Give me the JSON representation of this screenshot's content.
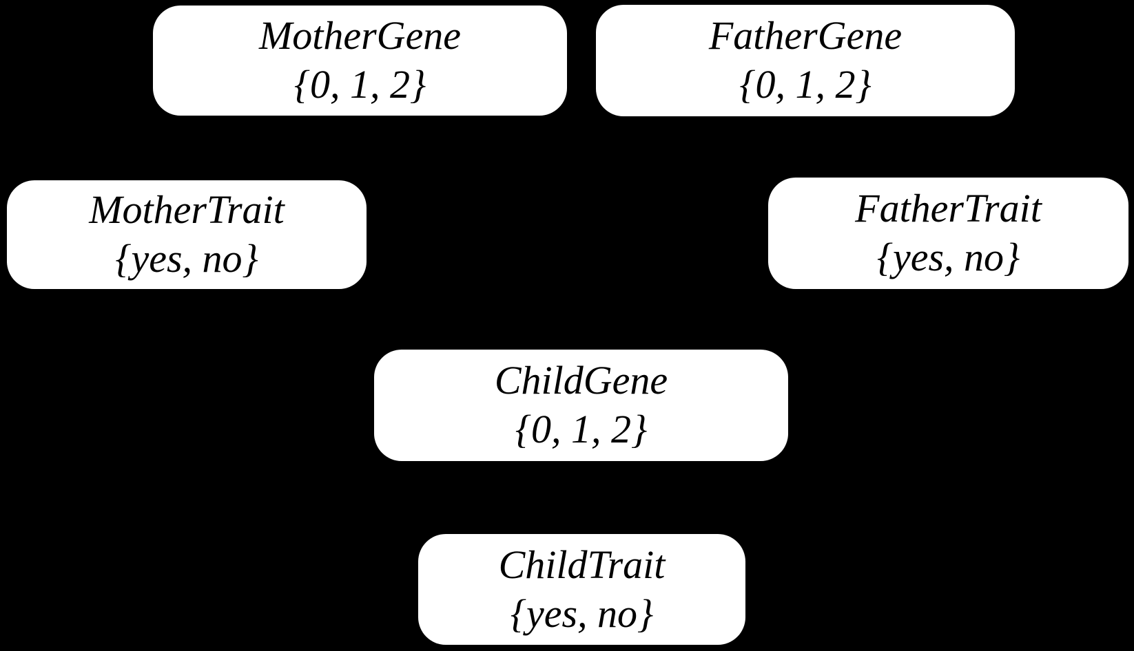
{
  "diagram": {
    "type": "bayesian-network",
    "colors": {
      "background": "#000000",
      "node_fill": "#ffffff",
      "node_text": "#000000"
    },
    "nodes": [
      {
        "id": "mother-gene",
        "label": "MotherGene",
        "domain": "{0, 1, 2}"
      },
      {
        "id": "father-gene",
        "label": "FatherGene",
        "domain": "{0, 1, 2}"
      },
      {
        "id": "mother-trait",
        "label": "MotherTrait",
        "domain": "{yes, no}"
      },
      {
        "id": "father-trait",
        "label": "FatherTrait",
        "domain": "{yes, no}"
      },
      {
        "id": "child-gene",
        "label": "ChildGene",
        "domain": "{0, 1, 2}"
      },
      {
        "id": "child-trait",
        "label": "ChildTrait",
        "domain": "{yes, no}"
      }
    ]
  }
}
